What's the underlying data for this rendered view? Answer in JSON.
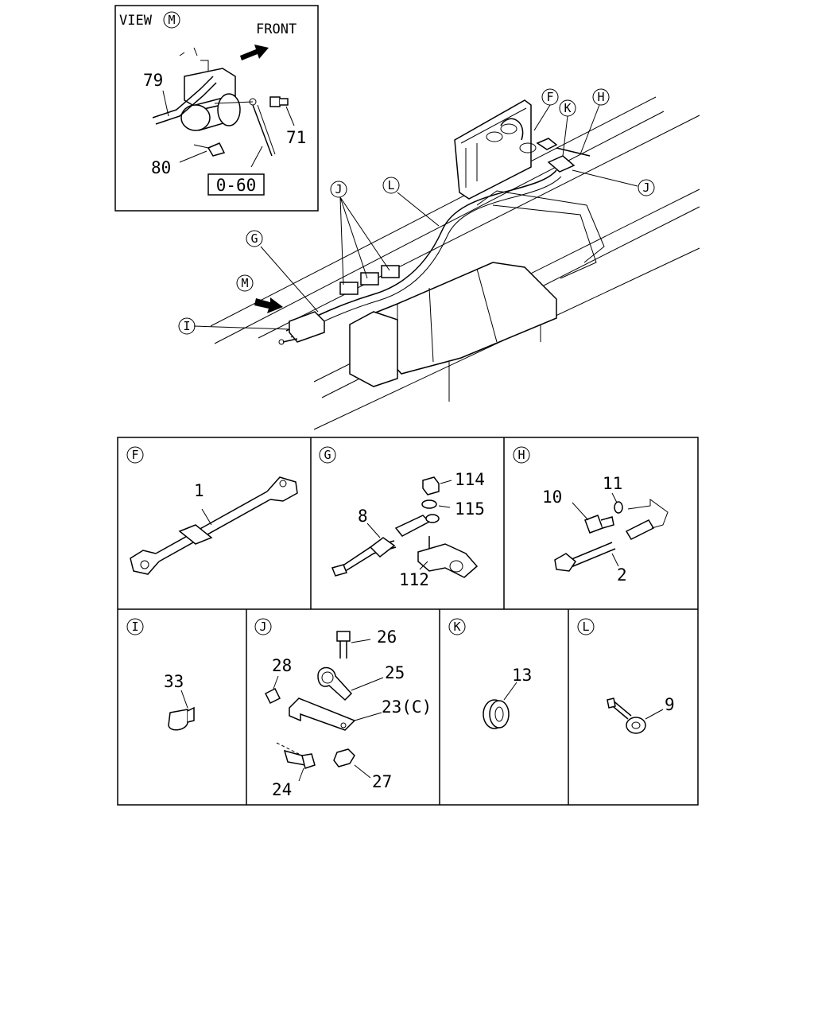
{
  "inset": {
    "view_label": "VIEW",
    "view_ref": "M",
    "direction": "FRONT",
    "parts": [
      "79",
      "71",
      "80"
    ],
    "ref_box": "0-60"
  },
  "main_callouts": [
    "F",
    "K",
    "H",
    "J",
    "L",
    "J",
    "G",
    "M",
    "I"
  ],
  "details": {
    "F": {
      "letter": "F",
      "parts": [
        "1"
      ]
    },
    "G": {
      "letter": "G",
      "parts": [
        "114",
        "115",
        "8",
        "112"
      ]
    },
    "H": {
      "letter": "H",
      "parts": [
        "11",
        "10",
        "2"
      ]
    },
    "I": {
      "letter": "I",
      "parts": [
        "33"
      ]
    },
    "J": {
      "letter": "J",
      "parts": [
        "26",
        "28",
        "25",
        "23(C)",
        "24",
        "27"
      ]
    },
    "K": {
      "letter": "K",
      "parts": [
        "13"
      ]
    },
    "L": {
      "letter": "L",
      "parts": [
        "9"
      ]
    }
  }
}
